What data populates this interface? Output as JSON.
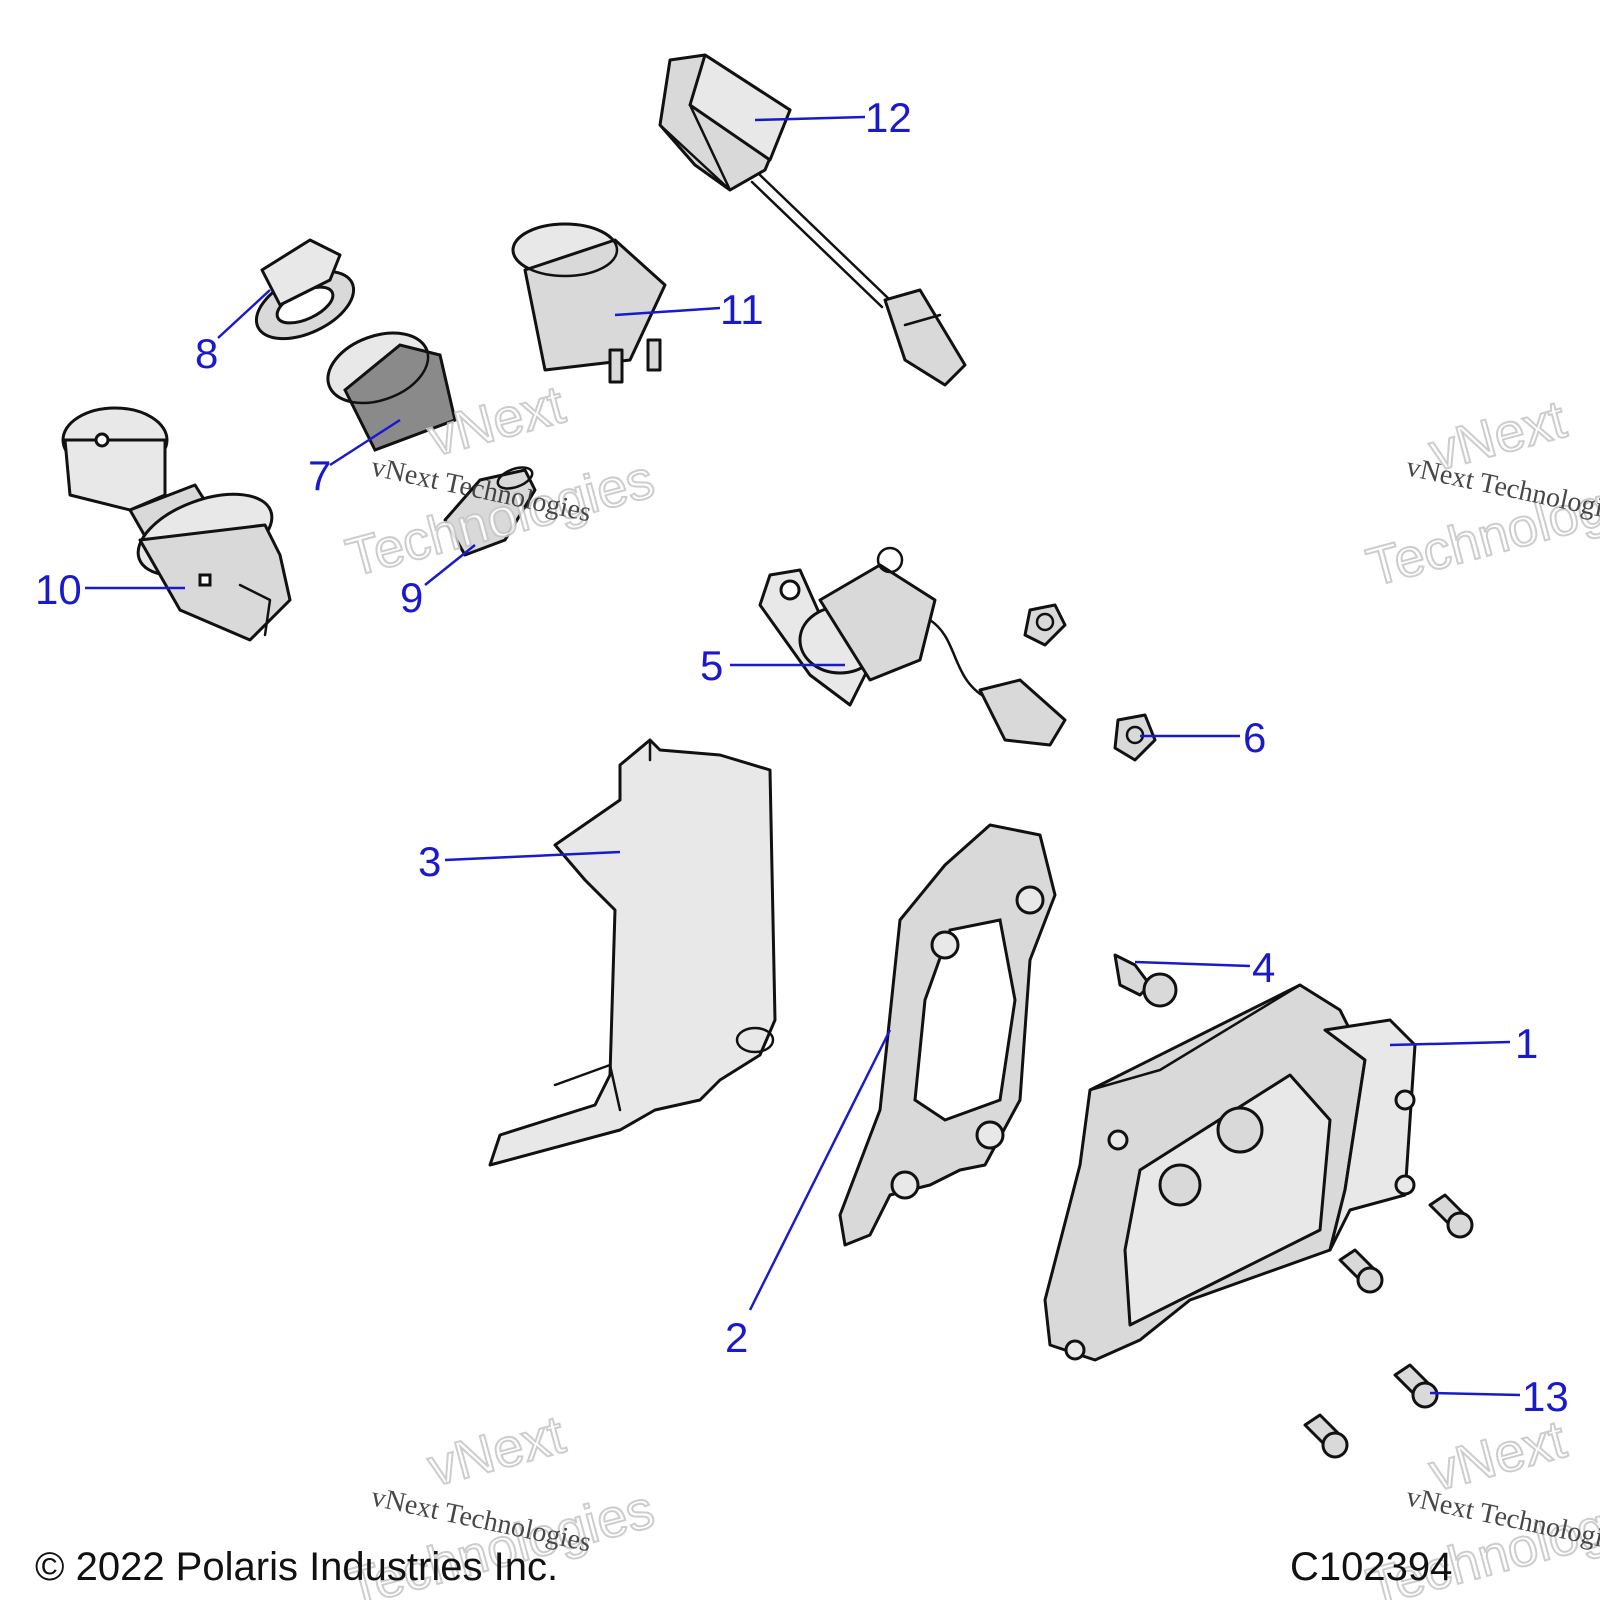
{
  "callouts": {
    "c1": "1",
    "c2": "2",
    "c3": "3",
    "c4": "4",
    "c5": "5",
    "c6": "6",
    "c7": "7",
    "c8": "8",
    "c9": "9",
    "c10": "10",
    "c11": "11",
    "c12": "12",
    "c13": "13"
  },
  "watermark": {
    "line1": "vNext",
    "line2": "Technologies",
    "small": "vNext Technologies"
  },
  "footer": {
    "copyright": "© 2022 Polaris Industries Inc.",
    "drawing_id": "C102394"
  },
  "colors": {
    "callout": "#1a1acc",
    "part_fill": "#d9d9d9",
    "outline": "#111111"
  }
}
